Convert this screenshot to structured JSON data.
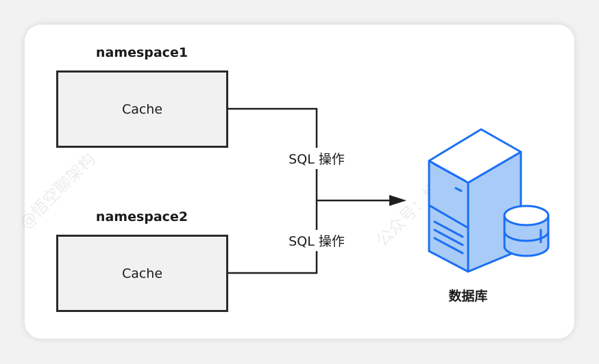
{
  "nodes": {
    "namespace1": {
      "title": "namespace1",
      "box_label": "Cache"
    },
    "namespace2": {
      "title": "namespace2",
      "box_label": "Cache"
    },
    "database": {
      "label": "数据库",
      "icon": "server-database-icon"
    }
  },
  "edges": [
    {
      "from": "namespace1",
      "to": "database",
      "label": "SQL 操作"
    },
    {
      "from": "namespace2",
      "to": "database",
      "label": "SQL 操作"
    }
  ],
  "watermarks": [
    "@悟空聊架构",
    "公众号：悟空聊架构"
  ],
  "colors": {
    "icon_stroke": "#1a6ff5",
    "icon_fill": "#a9cbf7",
    "box_fill": "#f1f1f1",
    "line": "#1f1f1f"
  }
}
